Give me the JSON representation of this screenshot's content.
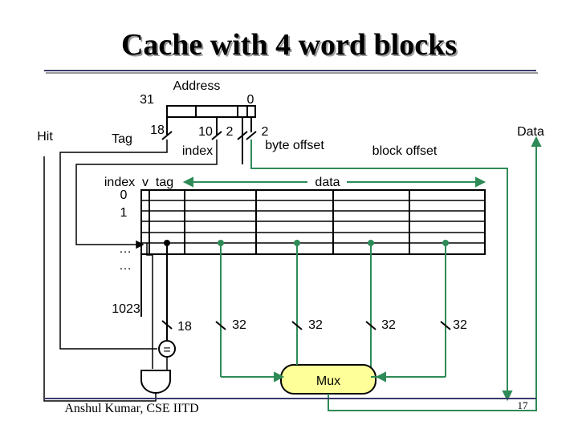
{
  "slide": {
    "title": "Cache with 4 word blocks",
    "footer_left": "Anshul Kumar, CSE IITD",
    "page_number": "17"
  },
  "address": {
    "label": "Address",
    "bit_high": "31",
    "bit_low": "0",
    "tag_label": "Tag",
    "tag_bits": "18",
    "index_bits": "10",
    "block_offset_bits": "2",
    "byte_offset_bits": "2",
    "index_label": "index",
    "byte_offset_label": "byte offset",
    "block_offset_label": "block offset"
  },
  "signals": {
    "hit": "Hit",
    "data": "Data"
  },
  "table": {
    "header": "index  v  tag",
    "data_label": "data",
    "rows": [
      "0",
      "1",
      "…",
      "…",
      "1023"
    ]
  },
  "widths": {
    "tag_compare": "18",
    "word0": "32",
    "word1": "32",
    "word2": "32",
    "word3": "32"
  },
  "components": {
    "mux": "Mux",
    "comparator": "="
  },
  "colors": {
    "title": "#000000",
    "title_shadow": "#9a9a9a",
    "wire_green": "#2e8b57",
    "wire_dark": "#1a1a3a",
    "mux_fill": "#ffff99",
    "rule": "#3a3a6a"
  }
}
